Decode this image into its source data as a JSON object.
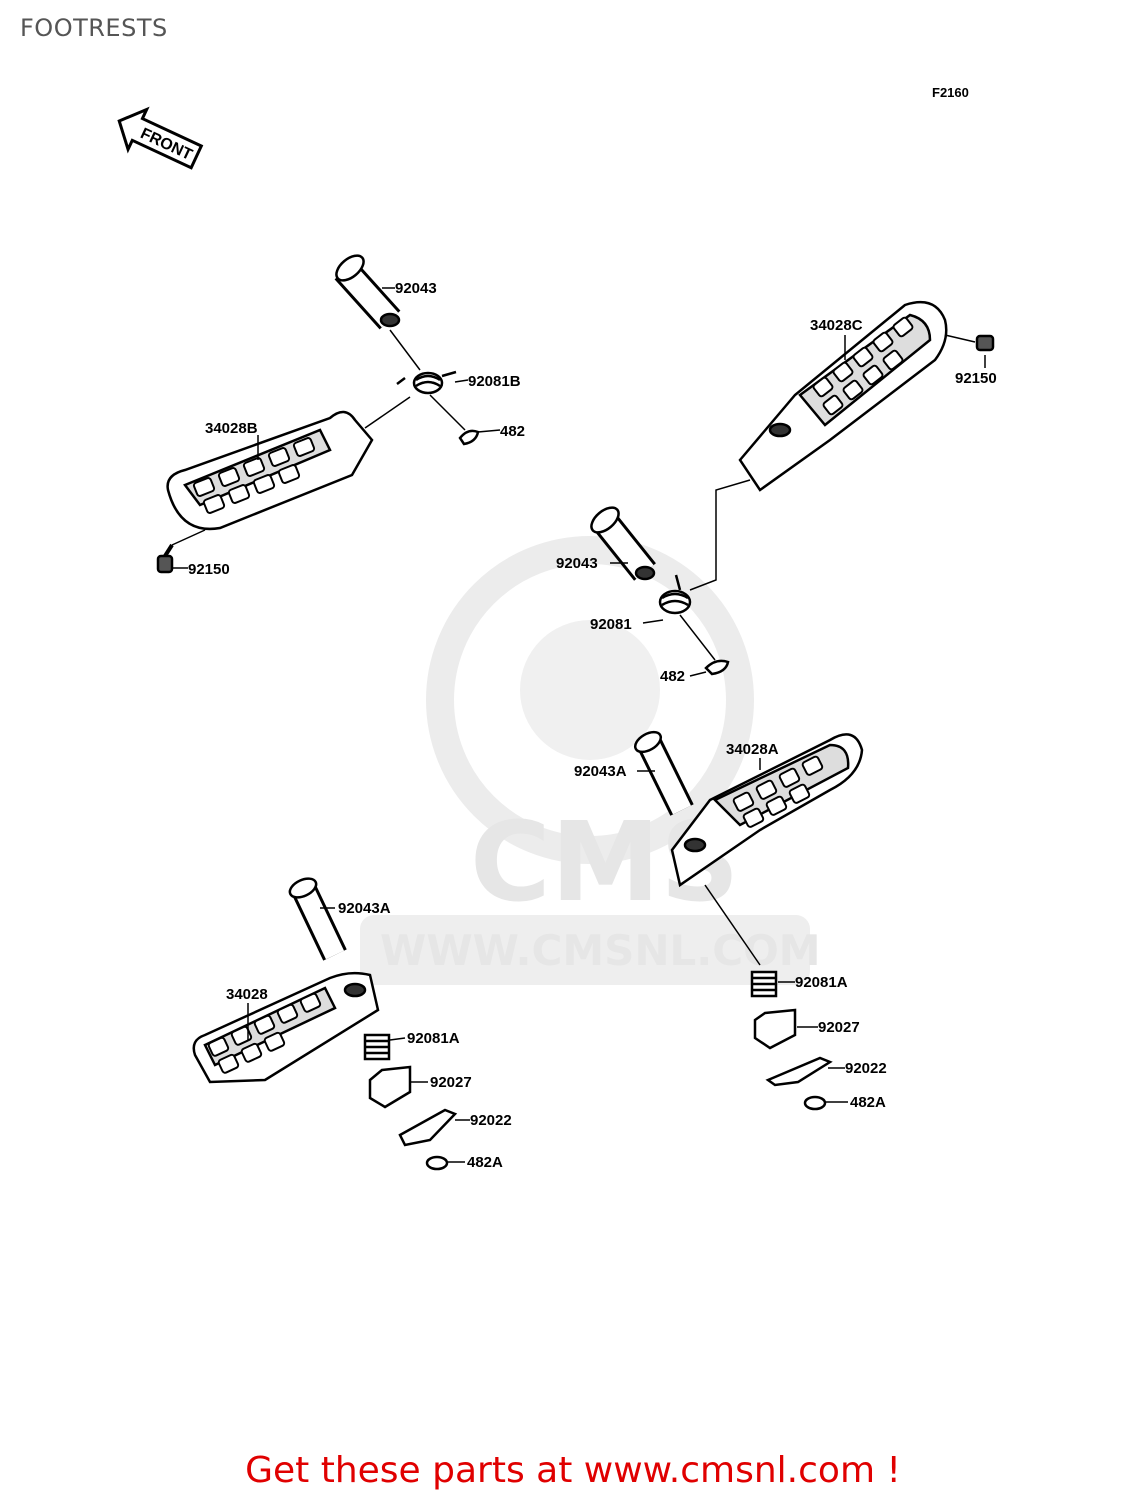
{
  "page": {
    "title": "FOOTRESTS",
    "ref_code": "F2160"
  },
  "arrow": {
    "label": "FRONT"
  },
  "watermark": {
    "logo_text": "CMS",
    "url_text": "WWW.CMSNL.COM"
  },
  "parts": {
    "p1": "92043",
    "p2": "92081B",
    "p3": "482",
    "p4": "34028B",
    "p5": "92150",
    "p6": "34028C",
    "p7": "92150",
    "p8": "92043",
    "p9": "92081",
    "p10": "482",
    "p11": "34028A",
    "p12": "92043A",
    "p13": "92043A",
    "p14": "34028",
    "p15": "92081A",
    "p16": "92027",
    "p17": "92022",
    "p18": "482A",
    "p19": "92081A",
    "p20": "92027",
    "p21": "92022",
    "p22": "482A"
  },
  "footer": {
    "text": "Get these parts at www.cmsnl.com !"
  },
  "colors": {
    "footer": "#e00000",
    "title": "#555555",
    "watermark": "#e6e6e6"
  }
}
